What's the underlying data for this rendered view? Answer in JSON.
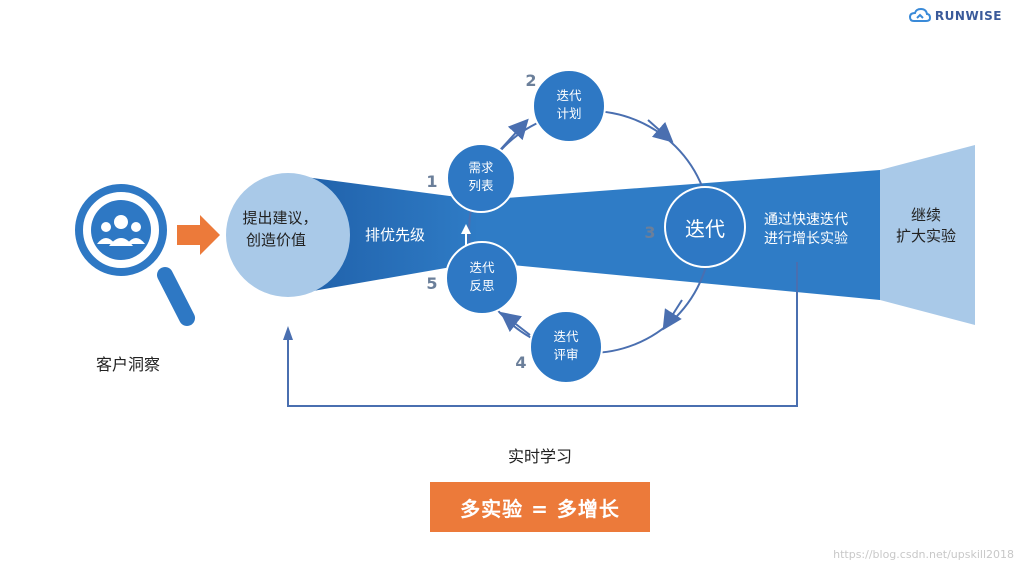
{
  "brand": {
    "name": "RUNWISE"
  },
  "insight": {
    "label": "客户洞察"
  },
  "start_circle": {
    "line1": "提出建议，",
    "line2": "创造价值"
  },
  "prioritize": {
    "label": "排优先级"
  },
  "cycle": {
    "center": "迭代",
    "nodes": [
      {
        "number": "1",
        "line1": "需求",
        "line2": "列表"
      },
      {
        "number": "2",
        "line1": "迭代",
        "line2": "计划"
      },
      {
        "number": "3",
        "line1": "",
        "line2": ""
      },
      {
        "number": "4",
        "line1": "迭代",
        "line2": "评审"
      },
      {
        "number": "5",
        "line1": "迭代",
        "line2": "反思"
      }
    ]
  },
  "growth": {
    "line1": "通过快速迭代",
    "line2": "进行增长实验"
  },
  "scale": {
    "line1": "继续",
    "line2": "扩大实验"
  },
  "feedback": {
    "label": "实时学习"
  },
  "cta": {
    "label": "多实验 = 多增长"
  },
  "watermark": "https://blog.csdn.net/upskill2018",
  "colors": {
    "primary": "#2e78c4",
    "light": "#a9c9e8",
    "orange": "#ec7a3a",
    "line": "#4a6fb0"
  }
}
